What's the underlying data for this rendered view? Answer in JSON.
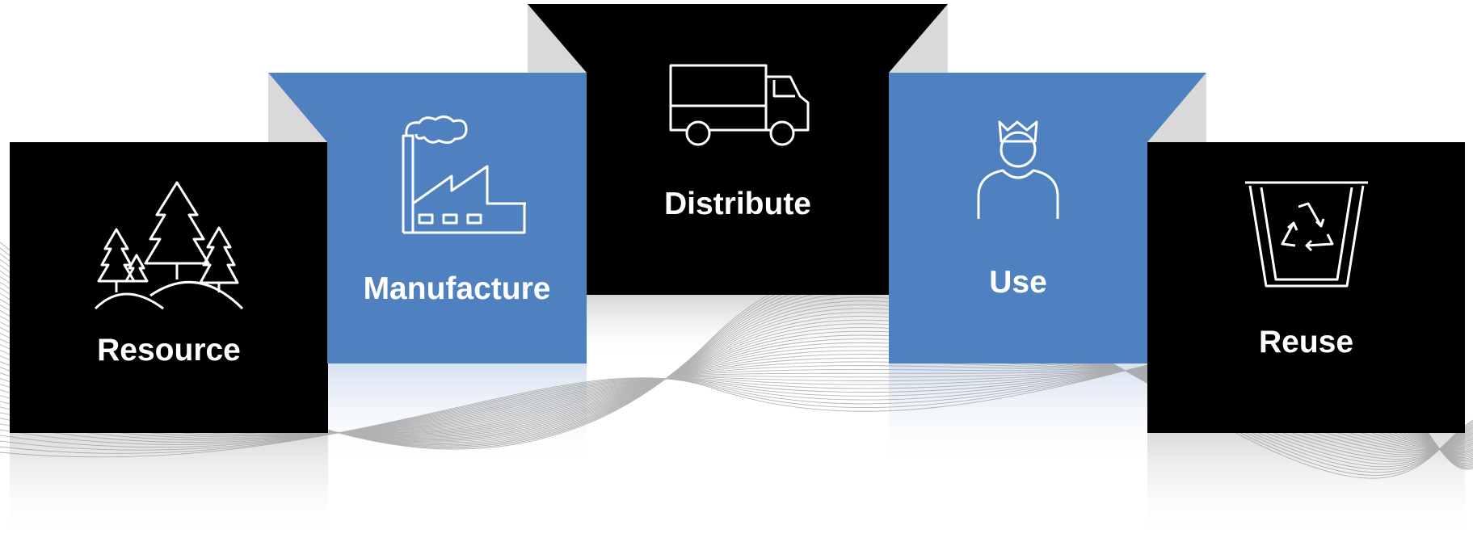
{
  "stages": [
    {
      "label": "Resource",
      "icon": "forest-trees-icon",
      "color": "#000000"
    },
    {
      "label": "Manufacture",
      "icon": "factory-icon",
      "color": "#4f81c1"
    },
    {
      "label": "Distribute",
      "icon": "delivery-truck-icon",
      "color": "#000000"
    },
    {
      "label": "Use",
      "icon": "crowned-person-icon",
      "color": "#4f81c1"
    },
    {
      "label": "Reuse",
      "icon": "recycle-bin-icon",
      "color": "#000000"
    }
  ],
  "colors": {
    "accent": "#4f81c1",
    "dark": "#000000",
    "fold": "#d9d9d9",
    "wave": "#9a9a9a"
  }
}
